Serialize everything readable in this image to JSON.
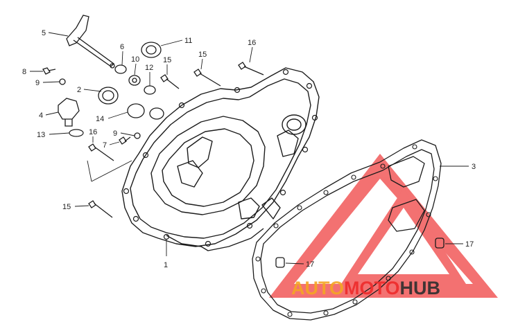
{
  "callouts": [
    "1",
    "2",
    "3",
    "4",
    "5",
    "6",
    "7",
    "8",
    "9",
    "9",
    "10",
    "11",
    "12",
    "13",
    "14",
    "15",
    "15",
    "15",
    "16",
    "16",
    "17",
    "17"
  ],
  "watermark": {
    "part1": "AUTO",
    "part2": "MOTO",
    "part3": "HUB",
    "color_orange": "#f5a623",
    "color_red": "#ee2b2b",
    "color_dark": "#2e2e2e"
  },
  "colors": {
    "line": "#1b1b1b"
  }
}
